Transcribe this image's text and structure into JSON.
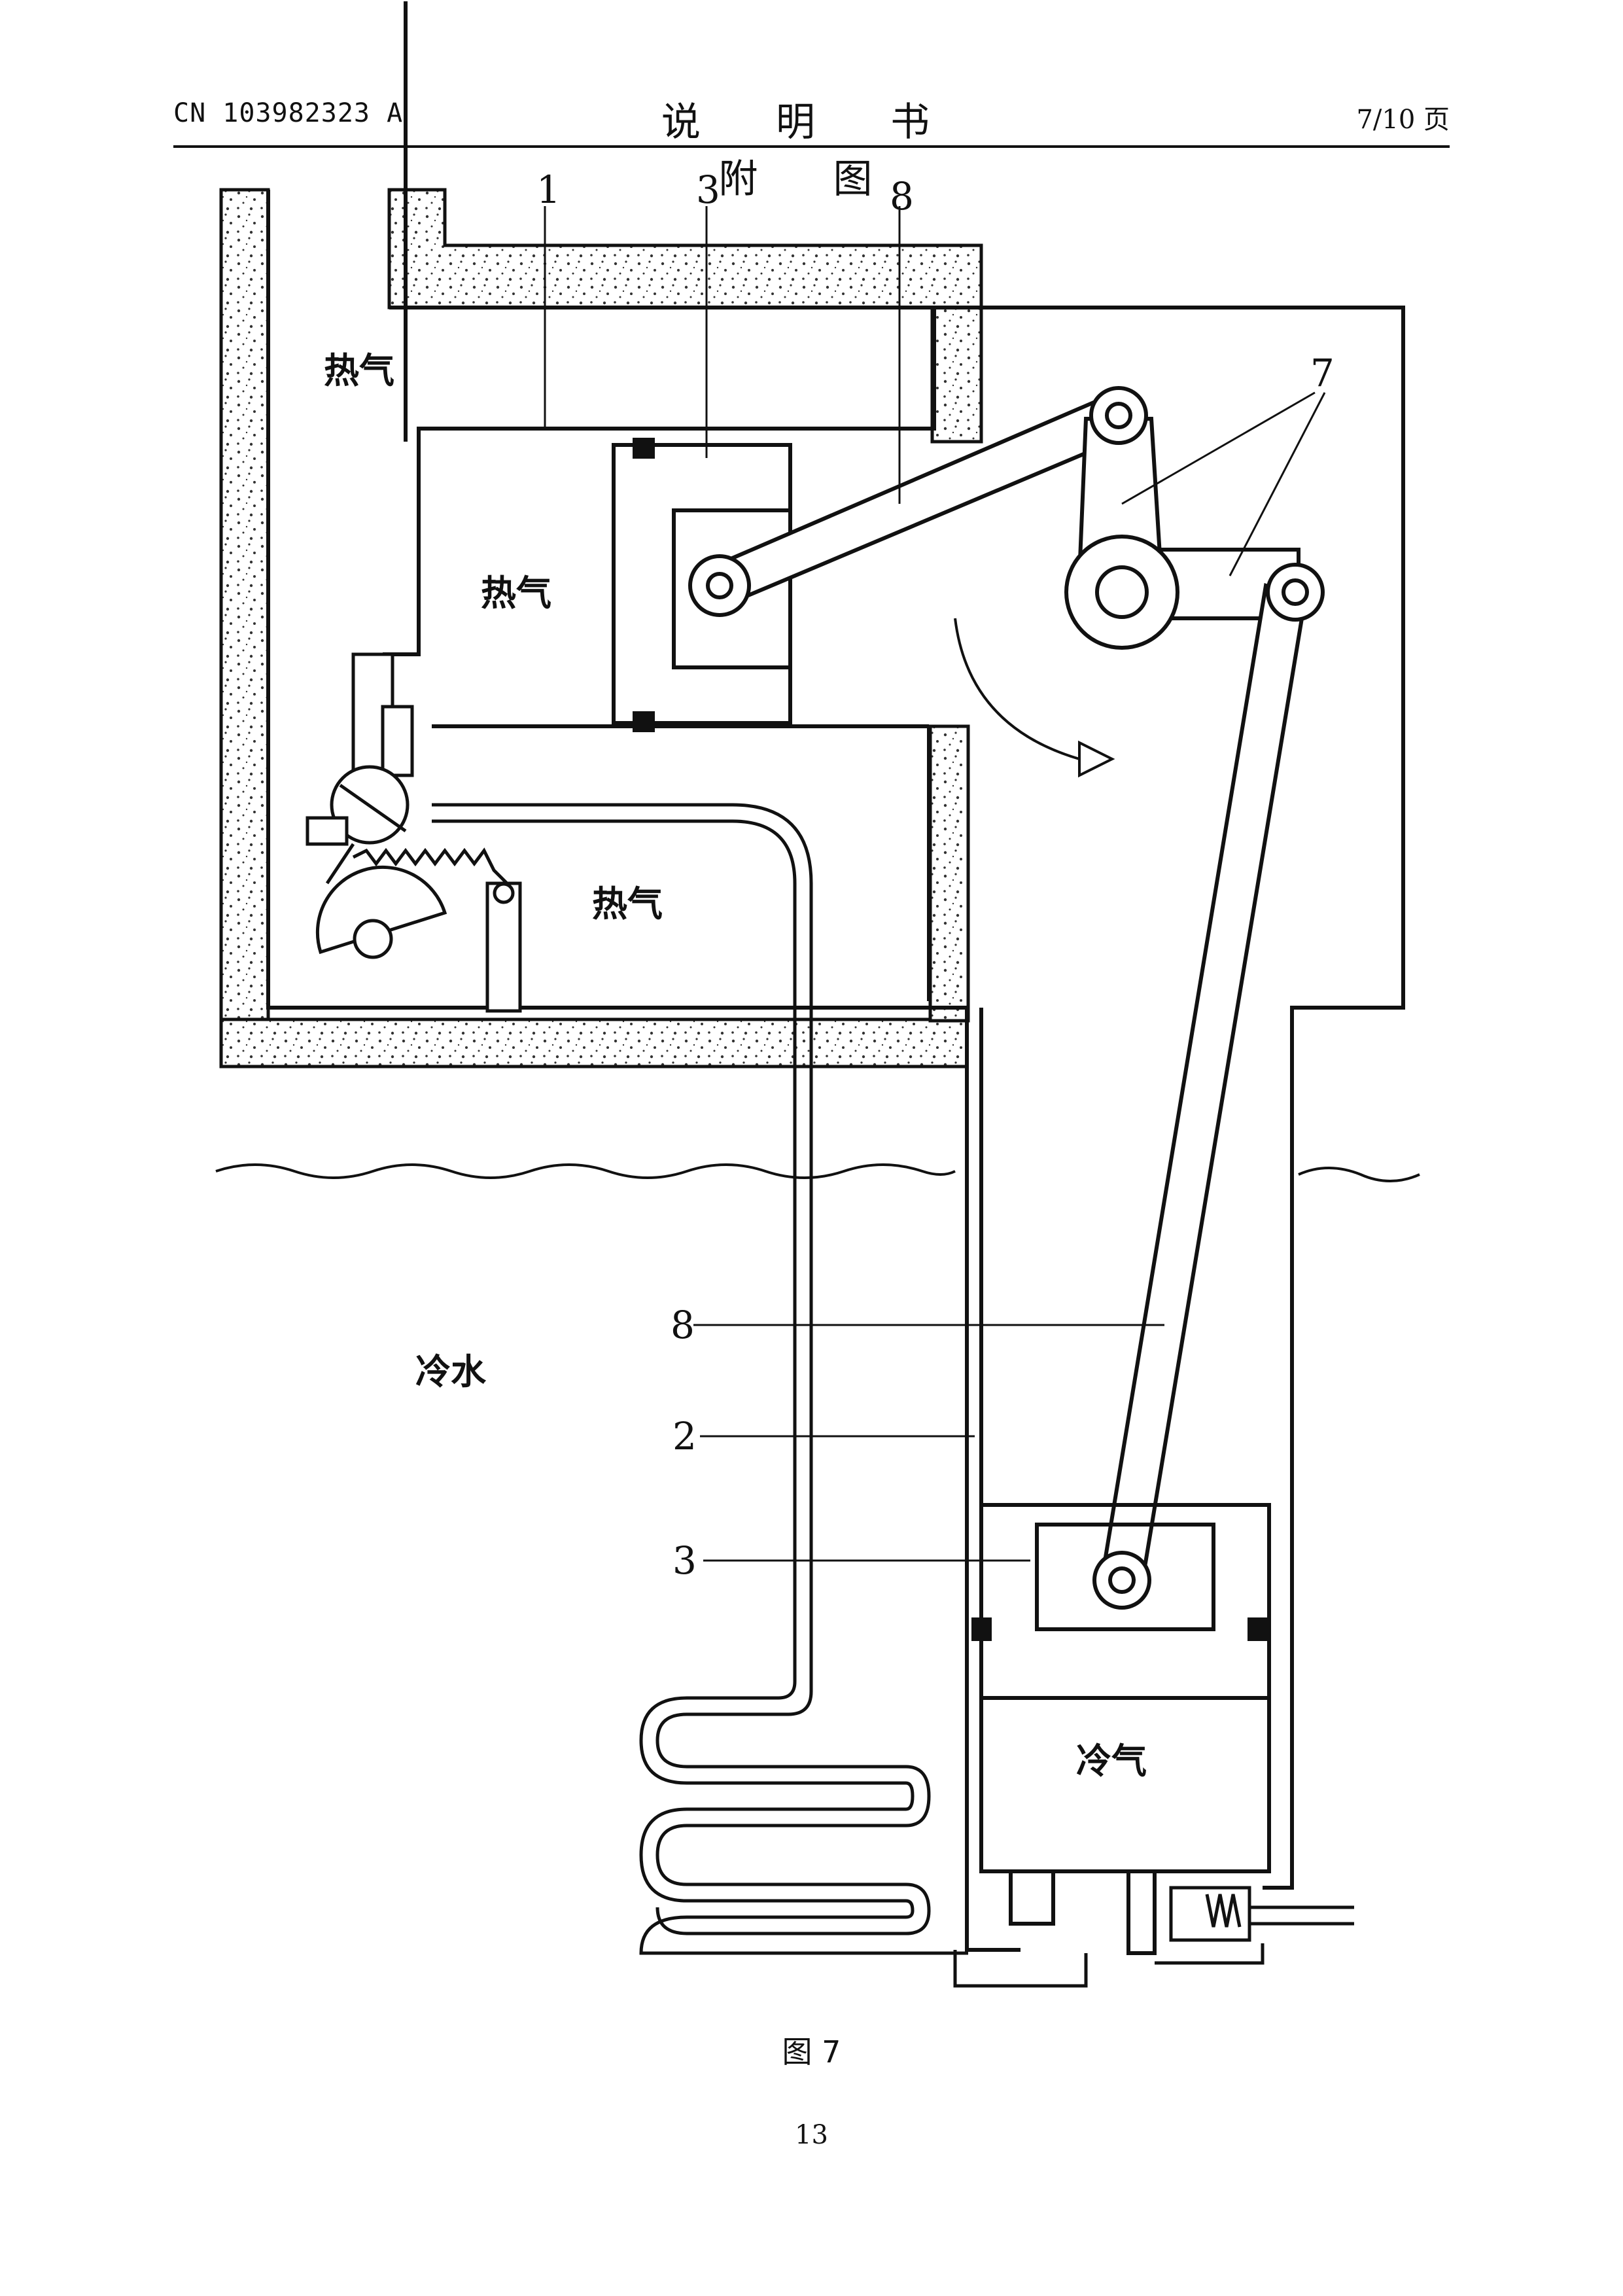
{
  "header": {
    "publication_number": "CN 103982323 A",
    "section_title": "说 明 书 附 图",
    "page_of_total": "7/10 页"
  },
  "figure": {
    "callouts": {
      "top_1": "1",
      "top_3": "3",
      "top_8": "8",
      "right_7": "7",
      "lower_8": "8",
      "lower_2": "2",
      "lower_3": "3"
    },
    "zones": {
      "hot_air_outer": "热气",
      "hot_air_cylinder": "热气",
      "hot_air_lower": "热气",
      "cold_water": "冷水",
      "cold_air": "冷气"
    },
    "caption": "图 7"
  },
  "footer": {
    "page_number": "13"
  }
}
